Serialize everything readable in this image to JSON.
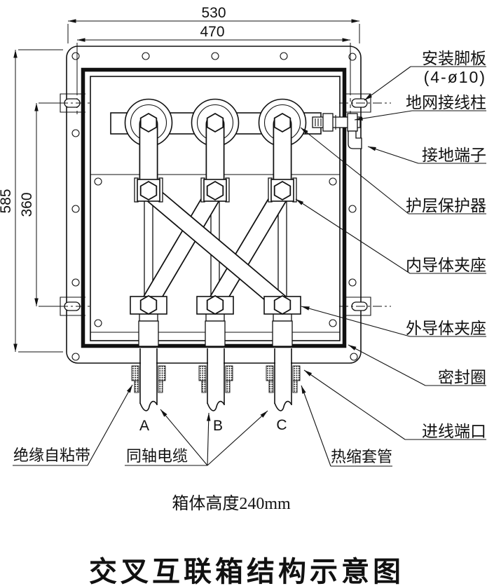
{
  "title": "交叉互联箱结构示意图",
  "caption": "箱体高度240mm",
  "dims": {
    "outer_width": "530",
    "inner_width": "470",
    "outer_height": "585",
    "slot_span": "360"
  },
  "callouts": {
    "mounting_foot": "安装脚板",
    "mounting_foot_holes": "(4-ø10)",
    "ground_net_terminal": "地网接线柱",
    "grounding_terminal": "接地端子",
    "sheath_protector": "护层保护器",
    "inner_conductor_clamp": "内导体夹座",
    "outer_conductor_clamp": "外导体夹座",
    "sealing_ring": "密封圈",
    "cable_entry_port": "进线端口",
    "insulating_tape": "绝缘自粘带",
    "coaxial_cable": "同轴电缆",
    "heat_shrink_tube": "热缩套管"
  },
  "phases": [
    "A",
    "B",
    "C"
  ],
  "colors": {
    "line": "#111111",
    "background": "#ffffff"
  }
}
